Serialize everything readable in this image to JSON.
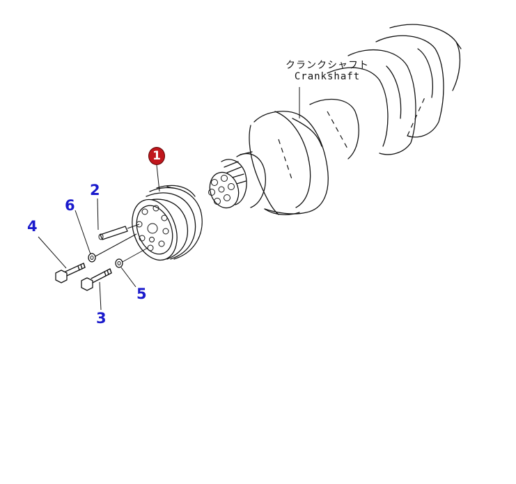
{
  "callouts": {
    "c1": "1",
    "c2": "2",
    "c3": "3",
    "c4": "4",
    "c5": "5",
    "c6": "6"
  },
  "crankshaft_label": {
    "japanese": "クランクシャフト",
    "english": "Crankshaft"
  },
  "colors": {
    "callout_text": "#1a1acc",
    "highlight_circle": "#c0161c",
    "line": "#111111"
  }
}
